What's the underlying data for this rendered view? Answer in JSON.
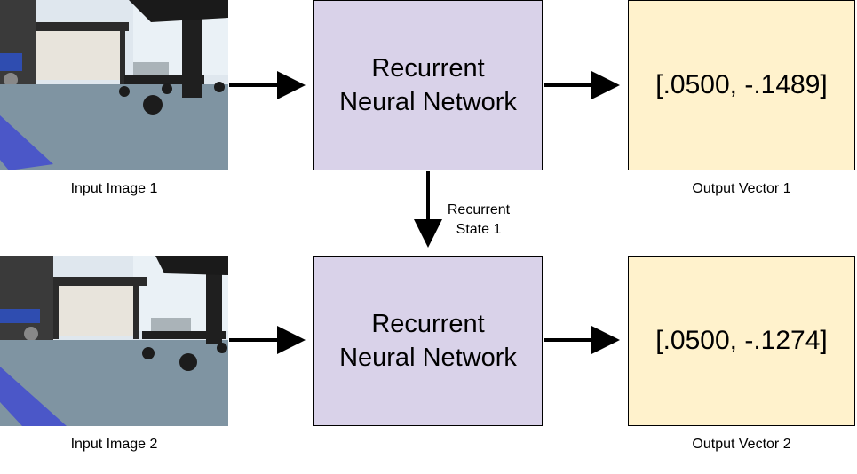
{
  "rows": [
    {
      "input_caption": "Input Image 1",
      "rnn_line1": "Recurrent",
      "rnn_line2": "Neural Network",
      "output_value": "[.0500, -.1489]",
      "output_caption": "Output Vector 1"
    },
    {
      "input_caption": "Input Image 2",
      "rnn_line1": "Recurrent",
      "rnn_line2": "Neural Network",
      "output_value": "[.0500, -.1274]",
      "output_caption": "Output Vector 2"
    }
  ],
  "recurrent_state": {
    "line1": "Recurrent",
    "line2": "State 1"
  },
  "colors": {
    "rnn_fill": "#d9d2e9",
    "output_fill": "#fff2cc",
    "arrow": "#000000"
  }
}
